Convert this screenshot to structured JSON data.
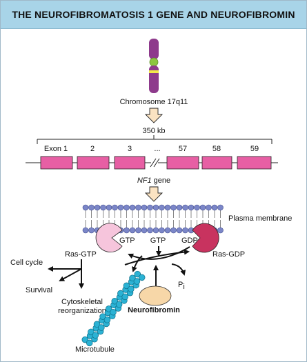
{
  "title": "THE NEUROFIBROMATOSIS 1 GENE AND NEUROFIBROMIN",
  "chromosome": {
    "label": "Chromosome 17q11"
  },
  "gene_span": {
    "label": "350 kb"
  },
  "exons": {
    "e1": "Exon 1",
    "e2": "2",
    "e3": "3",
    "gap": "...",
    "e57": "57",
    "e58": "58",
    "e59": "59"
  },
  "gene": {
    "name": "NF1",
    "suffix": " gene"
  },
  "membrane": {
    "label": "Plasma membrane"
  },
  "ras": {
    "gtp_in_pacman": "GTP",
    "gtp_free": "GTP",
    "gdp_in_pacman": "GDP",
    "ras_gtp": "Ras-GTP",
    "ras_gdp": "Ras-GDP",
    "pi_main": "P",
    "pi_sub": "i"
  },
  "outputs": {
    "cell_cycle": "Cell cycle",
    "survival": "Survival",
    "cyto_line1": "Cytoskeletal",
    "cyto_line2": "reorganization"
  },
  "protein": {
    "label": "Neurofibromin"
  },
  "microtubule": {
    "label": "Microtubule"
  },
  "colors": {
    "title_bg": "#a8d4e8",
    "chromosome": "#8e3a8c",
    "centromere": "#8cc63f",
    "band": "#f2e84a",
    "exon": "#e75fa4",
    "lipid_head": "#7b86c8",
    "ras_gtp_pacman": "#f6c5dc",
    "ras_gdp_pacman": "#c8335f",
    "neurofibromin": "#f7d7a8",
    "microtubule": "#2bb2d4",
    "arrow_fill": "#fbe3c2"
  }
}
